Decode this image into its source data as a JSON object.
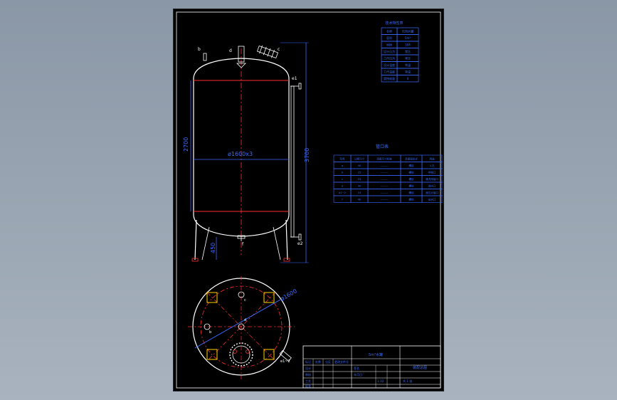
{
  "drawing": {
    "front_view": {
      "height_label": "3700",
      "cylinder_label": "2700",
      "leg_label": "450",
      "diameter_label": "ø1600x3",
      "nozzles": {
        "top_left": "b",
        "top_center": "d",
        "top_right": "c",
        "side_top": "e1",
        "side_bottom": "e2",
        "bottom": "f"
      }
    },
    "plan_view": {
      "diameter_label": "ø1600",
      "nozzles": {
        "manway": "c",
        "center": "d",
        "left": "b",
        "sight": "e1~2"
      }
    },
    "specs_table": {
      "title": "技术特性表",
      "rows": [
        [
          "名称",
          "饮用水罐"
        ],
        [
          "容积",
          "5m³"
        ],
        [
          "材质",
          "304"
        ],
        [
          "设计压力",
          "常压"
        ],
        [
          "工作压力",
          "常压"
        ],
        [
          "设计温度",
          "常温"
        ],
        [
          "工作温度",
          "常温"
        ],
        [
          "腐蚀裕量",
          "0"
        ]
      ]
    },
    "nozzle_table": {
      "title": "管口表",
      "headers": [
        "符号",
        "公称尺寸",
        "连接尺寸标准",
        "连接面形式",
        "用途"
      ],
      "rows": [
        [
          "a",
          "40",
          "--------",
          "螺纹",
          "人孔"
        ],
        [
          "b",
          "25",
          "--------",
          "螺纹",
          "呼吸口"
        ],
        [
          "c",
          "25",
          "--------",
          "螺纹",
          "清洗球接口"
        ],
        [
          "d",
          "40",
          "--------",
          "螺纹",
          "进水口"
        ],
        [
          "e1~2",
          "15",
          "--------",
          "螺纹",
          "液位计接口"
        ],
        [
          "f",
          "40",
          "--------",
          "螺纹",
          "出水口"
        ]
      ]
    },
    "title_block": {
      "center_text": "5m³水罐",
      "right_text": "装配总图",
      "labels": [
        "标记",
        "处数",
        "分区",
        "更改文件号",
        "签名",
        "年月日",
        "设计",
        "审核",
        "工艺",
        "批准"
      ],
      "scale": "1:10",
      "sheet": "共 1 张"
    }
  }
}
